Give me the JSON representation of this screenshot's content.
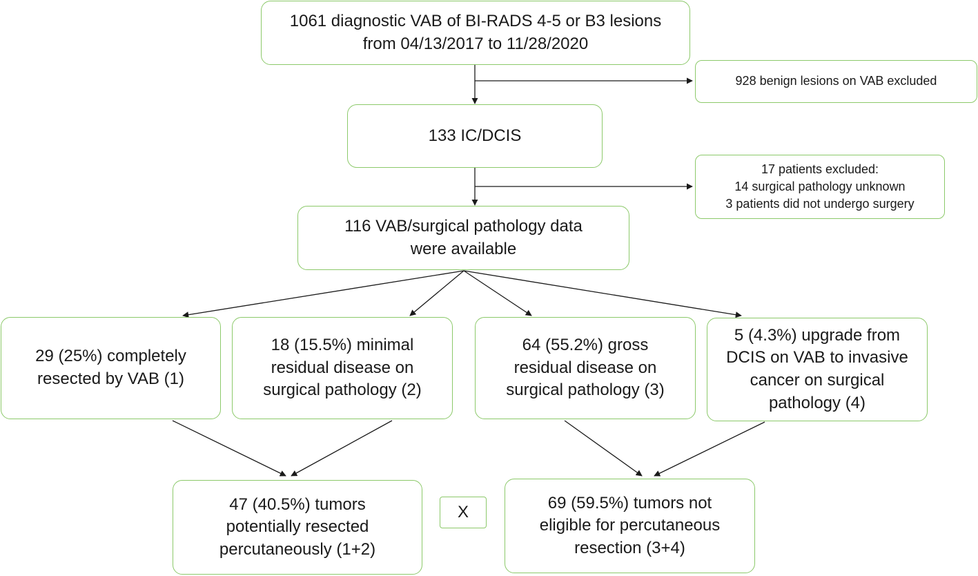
{
  "flowchart": {
    "nodes": {
      "start": "1061 diagnostic VAB of BI-RADS 4-5 or B3 lesions\nfrom 04/13/2017 to 11/28/2020",
      "excluded_benign": "928 benign lesions on VAB excluded",
      "ic_dcis": "133 IC/DCIS",
      "excluded_patients": "17 patients excluded:\n14 surgical pathology unknown\n3 patients did not undergo surgery",
      "available": "116 VAB/surgical pathology data\nwere available",
      "group1": "29 (25%) completely\nresected by VAB (1)",
      "group2": "18 (15.5%) minimal\nresidual disease on\nsurgical pathology (2)",
      "group3": "64 (55.2%) gross\nresidual disease on\nsurgical pathology (3)",
      "group4": "5 (4.3%) upgrade from\nDCIS on VAB to invasive\ncancer on surgical\npathology (4)",
      "outcome_resected": "47 (40.5%) tumors\npotentially resected\npercutaneously (1+2)",
      "versus": "X",
      "outcome_not_eligible": "69 (59.5%) tumors not\neligible for percutaneous\nresection (3+4)"
    },
    "edges": [
      {
        "from": "start",
        "to": "ic_dcis"
      },
      {
        "from": "start",
        "to": "excluded_benign"
      },
      {
        "from": "ic_dcis",
        "to": "available"
      },
      {
        "from": "ic_dcis",
        "to": "excluded_patients"
      },
      {
        "from": "available",
        "to": "group1"
      },
      {
        "from": "available",
        "to": "group2"
      },
      {
        "from": "available",
        "to": "group3"
      },
      {
        "from": "available",
        "to": "group4"
      },
      {
        "from": "group1",
        "to": "outcome_resected"
      },
      {
        "from": "group2",
        "to": "outcome_resected"
      },
      {
        "from": "group3",
        "to": "outcome_not_eligible"
      },
      {
        "from": "group4",
        "to": "outcome_not_eligible"
      }
    ],
    "colors": {
      "box_border": "#8cc96a",
      "arrow": "#1a1a1a",
      "text": "#1a1a1a"
    }
  }
}
